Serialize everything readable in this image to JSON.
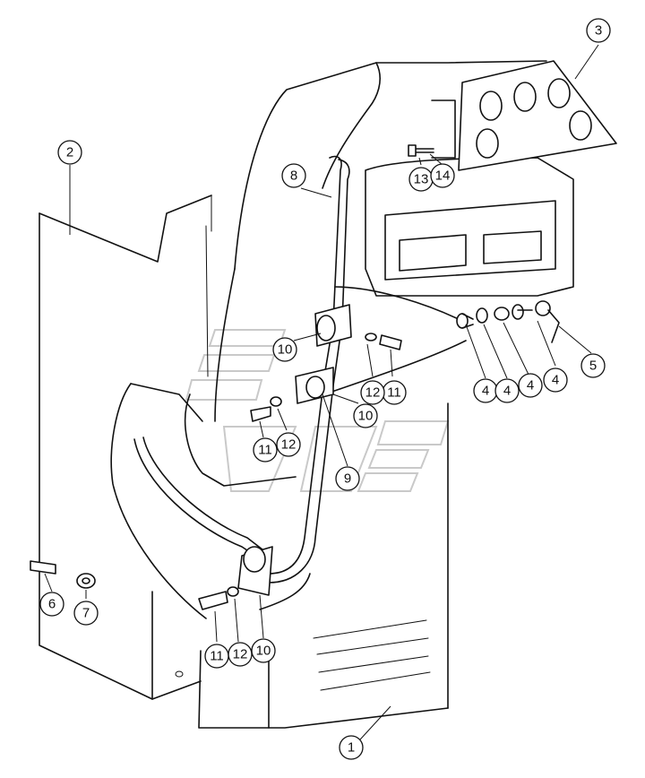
{
  "diagram": {
    "callouts": [
      {
        "id": "c1",
        "label": "1"
      },
      {
        "id": "c2",
        "label": "2"
      },
      {
        "id": "c3",
        "label": "3"
      },
      {
        "id": "c4a",
        "label": "4"
      },
      {
        "id": "c4b",
        "label": "4"
      },
      {
        "id": "c4c",
        "label": "4"
      },
      {
        "id": "c4d",
        "label": "4"
      },
      {
        "id": "c5",
        "label": "5"
      },
      {
        "id": "c6",
        "label": "6"
      },
      {
        "id": "c7",
        "label": "7"
      },
      {
        "id": "c8",
        "label": "8"
      },
      {
        "id": "c9",
        "label": "9"
      },
      {
        "id": "c10a",
        "label": "10"
      },
      {
        "id": "c10b",
        "label": "10"
      },
      {
        "id": "c10c",
        "label": "10"
      },
      {
        "id": "c11a",
        "label": "11"
      },
      {
        "id": "c11b",
        "label": "11"
      },
      {
        "id": "c11c",
        "label": "11"
      },
      {
        "id": "c12a",
        "label": "12"
      },
      {
        "id": "c12b",
        "label": "12"
      },
      {
        "id": "c12c",
        "label": "12"
      },
      {
        "id": "c13",
        "label": "13"
      },
      {
        "id": "c14",
        "label": "14"
      }
    ]
  }
}
